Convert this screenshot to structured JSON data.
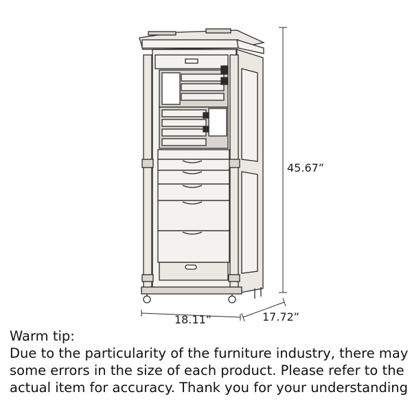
{
  "dimensions": {
    "height": "45.67”",
    "width": "18.11”",
    "depth": "17.72”"
  },
  "note": {
    "title": "Warm tip:",
    "lines": [
      "Due to the particularity of the furniture industry, there may be",
      "some errors in the size of each product. Please refer to the",
      "actual item for accuracy. Thank you for your understanding"
    ]
  },
  "colors": {
    "line": "#2b2b2b",
    "wood_fill": "#f4f2ee",
    "shade": "#d9d6d0",
    "panel_fill": "#ebe8e2"
  }
}
